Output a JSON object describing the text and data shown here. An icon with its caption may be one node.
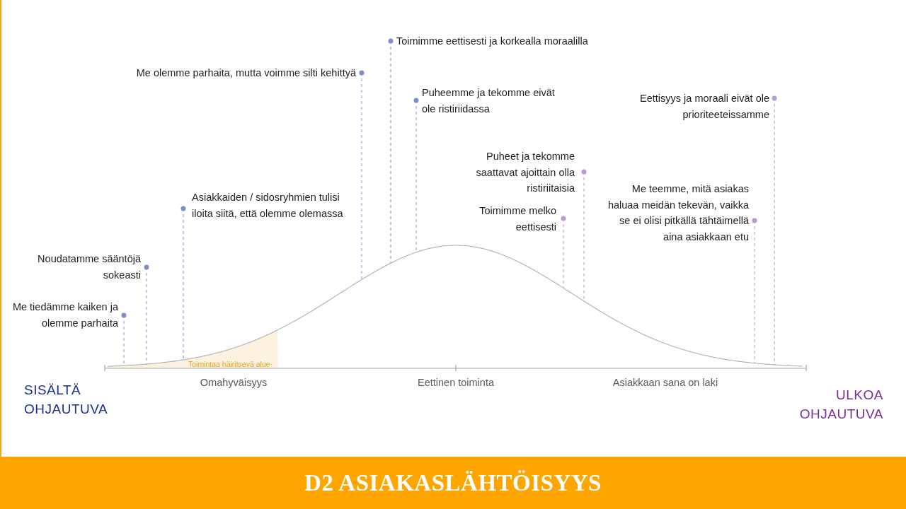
{
  "diagram": {
    "title": "D2 ASIAKASLÄHTÖISYYS",
    "nodes": [
      {
        "text": [
          "Me tiedämme kaiken ja olemme parhaita"
        ]
      },
      {
        "text": [
          "Noudatamme sääntöjä sokeasti"
        ]
      },
      {
        "text": [
          "Asiakkaiden / sidosryhmien tulisi iloita siitä, että olemme olemassa"
        ]
      },
      {
        "text": [
          "Me olemme parhaita, mutta voimme silti kehittyä"
        ]
      },
      {
        "text": [
          "Toimimme eettisesti ja korkealla moraalilla"
        ]
      },
      {
        "text": [
          "Puheemme ja tekomme eivät ole ristiriidassa"
        ]
      },
      {
        "text": [
          "Toimimme melko eettisesti"
        ]
      },
      {
        "text": [
          "Puheet ja tekomme saattavat ajoittain olla ristiriitaisia"
        ]
      },
      {
        "text": [
          "Me teemme, mitä asiakas haluaa meidän tekevän, vaikka se ei olisi pitkällä tähtäimellä aina asiakkaan etu"
        ]
      },
      {
        "text": [
          "Eettisyys ja moraali eivät ole prioriteeteissamme"
        ]
      },
      {
        "text": [],
        "shape": "curve"
      }
    ],
    "edges": [
      {
        "from": 0,
        "to": 10,
        "arrow": "other",
        "style": "dashed"
      },
      {
        "from": 1,
        "to": 10,
        "arrow": "other",
        "style": "dashed"
      },
      {
        "from": 2,
        "to": 10,
        "arrow": "other",
        "style": "dashed"
      },
      {
        "from": 3,
        "to": 10,
        "arrow": "other",
        "style": "dashed"
      },
      {
        "from": 4,
        "to": 10,
        "arrow": "other",
        "style": "dashed"
      },
      {
        "from": 5,
        "to": 10,
        "arrow": "other",
        "style": "dashed"
      },
      {
        "from": 6,
        "to": 10,
        "arrow": "other",
        "style": "dashed",
        "color": "#b89ad6"
      },
      {
        "from": 7,
        "to": 10,
        "arrow": "other",
        "style": "dashed",
        "color": "#b89ad6"
      },
      {
        "from": 8,
        "to": 10,
        "arrow": "other",
        "style": "dashed",
        "color": "#b89ad6"
      },
      {
        "from": 9,
        "to": 10,
        "arrow": "other",
        "style": "dashed",
        "color": "#b89ad6"
      }
    ],
    "labels": [
      "Toimintaa häiritsevä alue",
      "Omahyväisyys",
      "Eettinen toiminta",
      "Asiakkaan sana on laki",
      "SISÄLTÄ OHJAUTUVA",
      "ULKOA OHJAUTUVA"
    ]
  }
}
